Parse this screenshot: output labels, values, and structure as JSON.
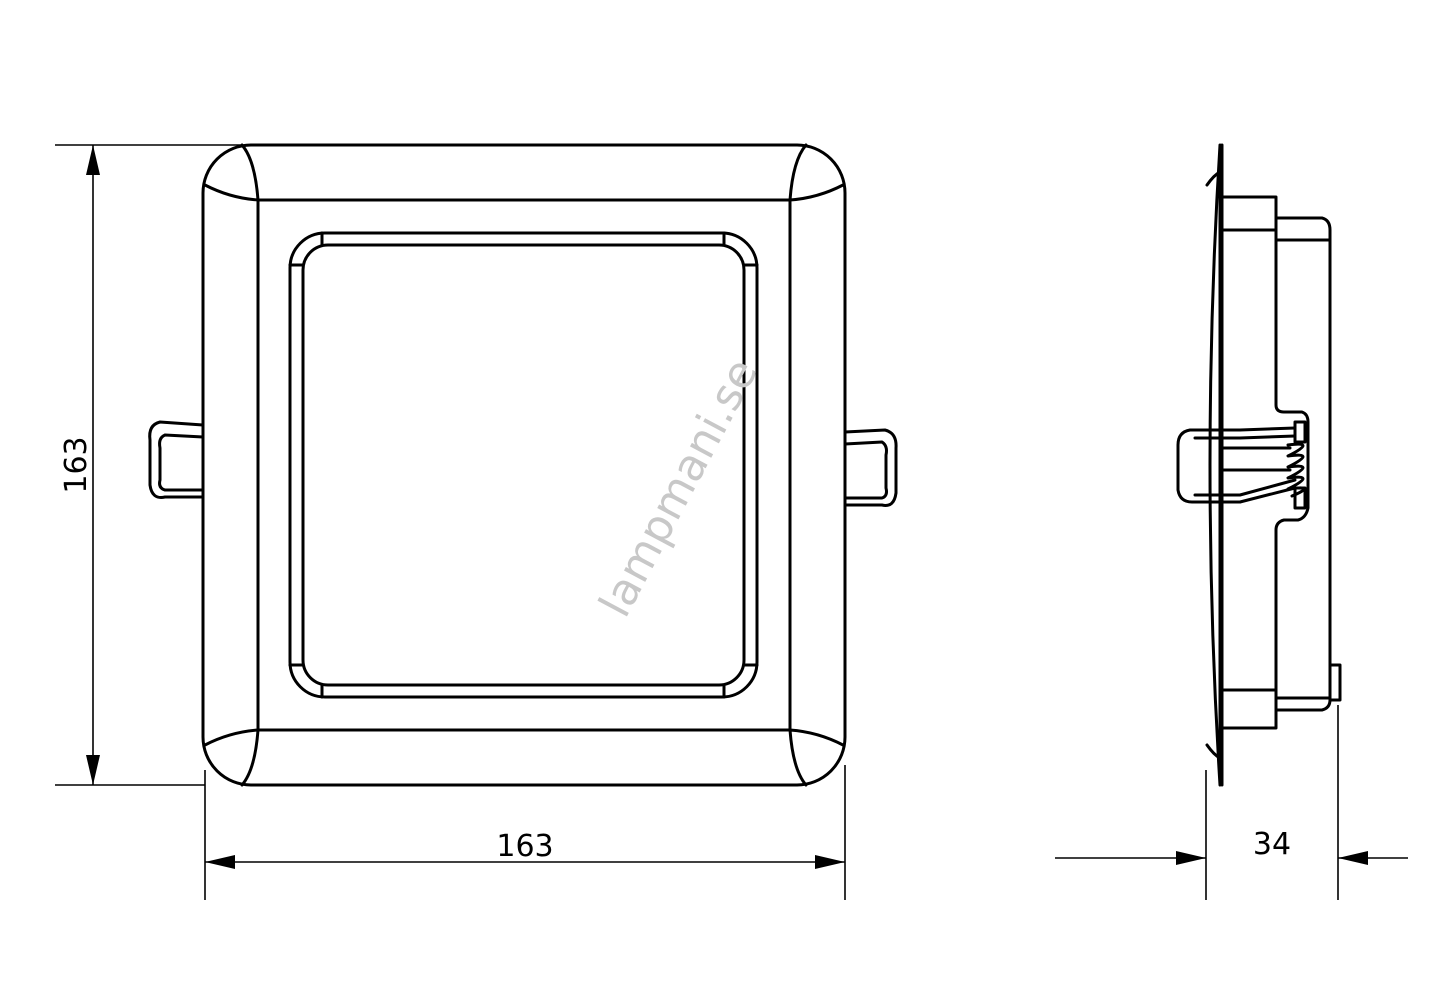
{
  "drawing": {
    "dimensions": {
      "height_label": "163",
      "width_label": "163",
      "depth_label": "34"
    },
    "watermark": "lampmani.se",
    "line_color": "#000000",
    "watermark_color": "#c8c8c8"
  }
}
